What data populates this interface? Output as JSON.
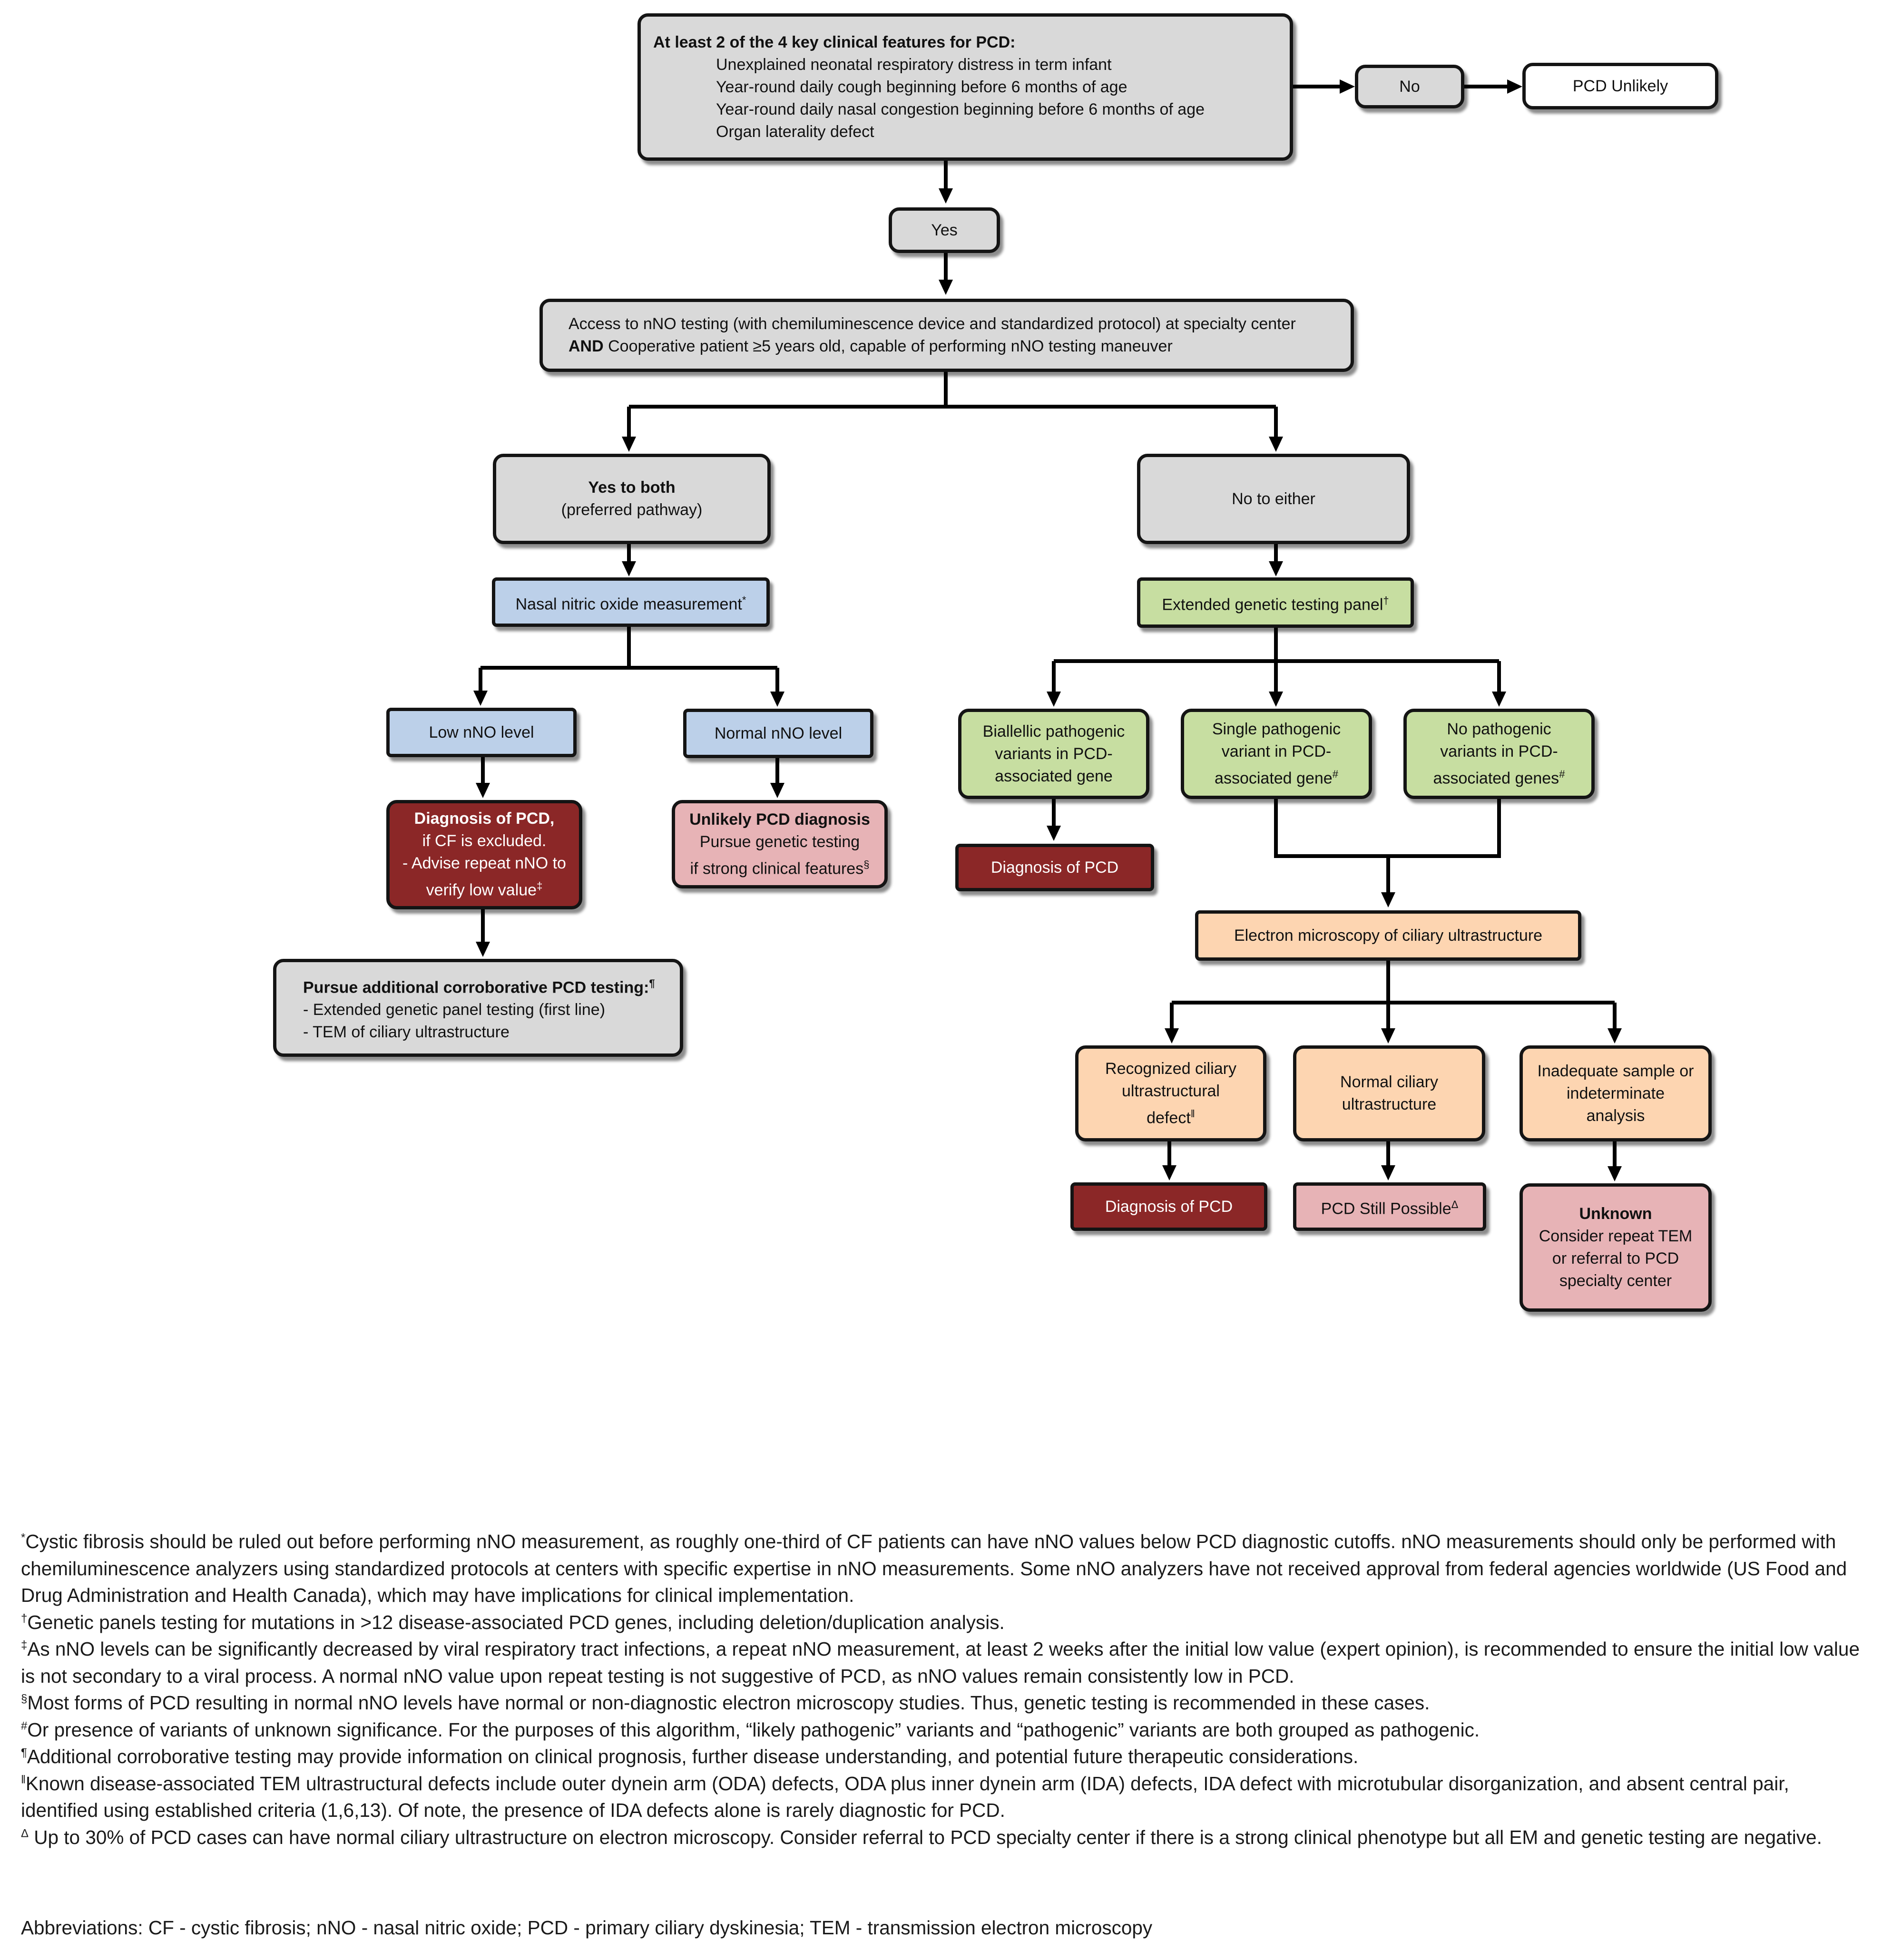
{
  "flowchart": {
    "start": {
      "title": "At least 2 of the 4 key clinical  features for PCD:",
      "items": [
        "Unexplained neonatal respiratory distress in term infant",
        "Year-round daily cough beginning before 6 months of age",
        "Year-round daily nasal congestion beginning before 6 months  of age",
        "Organ laterality defect"
      ]
    },
    "no_label": "No",
    "pcd_unlikely": "PCD Unlikely",
    "yes_label": "Yes",
    "access": {
      "line1": "Access to nNO testing (with chemiluminescence device and standardized protocol) at specialty center",
      "line2_bold": "AND",
      "line2_rest": " Cooperative patient ≥5 years old, capable of performing nNO testing maneuver"
    },
    "yes_both": {
      "title": "Yes to both",
      "subtitle": "(preferred pathway)"
    },
    "no_either": "No to either",
    "nnm": {
      "text": "Nasal nitric oxide measurement",
      "mark": "*"
    },
    "egp": {
      "text": "Extended genetic testing panel",
      "mark": "†"
    },
    "low_nno": "Low nNO level",
    "normal_nno": "Normal nNO level",
    "dx_pcd_cf": {
      "title": "Diagnosis  of PCD,",
      "l1": "if CF is excluded.",
      "l2": "- Advise repeat nNO to",
      "l3": "verify low value",
      "mark": "‡"
    },
    "unlikely": {
      "title": "Unlikely PCD diagnosis",
      "l1": "Pursue genetic testing",
      "l2": "if strong clinical features",
      "mark": "§"
    },
    "pursue": {
      "title": "Pursue additional  corroborative PCD testing:",
      "mark": "¶",
      "l1": "- Extended  genetic panel testing (first line)",
      "l2": "- TEM of ciliary ultrastructure"
    },
    "biallelic": {
      "l1": "Biallellic pathogenic",
      "l2": "variants in PCD-",
      "l3": "associated gene"
    },
    "single": {
      "l1": "Single pathogenic",
      "l2": "variant in PCD-",
      "l3": "associated gene",
      "mark": "#"
    },
    "none": {
      "l1": "No pathogenic",
      "l2": "variants in PCD-",
      "l3": "associated genes",
      "mark": "#"
    },
    "dx_pcd_gen": "Diagnosis  of PCD",
    "em": "Electron microscopy  of ciliary  ultrastructure",
    "recognized": {
      "l1": "Recognized ciliary",
      "l2": "ultrastructural",
      "l3": "defect",
      "mark": "‖"
    },
    "normal_ultra": {
      "l1": "Normal ciliary",
      "l2": "ultrastructure"
    },
    "inadequate": {
      "l1": "Inadequate sample or",
      "l2": "indeterminate",
      "l3": "analysis"
    },
    "dx_pcd_em": "Diagnosis  of PCD",
    "still_possible": {
      "text": "PCD Still Possible",
      "mark": "Δ"
    },
    "unknown": {
      "title": "Unknown",
      "l1": "Consider repeat TEM",
      "l2": "or referral to PCD",
      "l3": "specialty center"
    }
  },
  "footnotes": [
    {
      "mark": "*",
      "text": "Cystic fibrosis should be ruled out before performing  nNO measurement,  as roughly one-third of CF patients can have nNO values below PCD diagnostic cutoffs. nNO measurements should only be performed  with  chemiluminescence analyzers using standardized protocols  at centers with specific expertise in nNO measurements. Some nNO analyzers have not received approval from federal agencies worldwide  (US Food and Drug Administration and Health Canada), which may have implications for clinical implementation."
    },
    {
      "mark": "†",
      "text": "Genetic panels testing for mutations  in >12 disease-associated PCD genes, including deletion/duplication analysis."
    },
    {
      "mark": "‡",
      "text": "As nNO levels can be significantly decreased by viral respiratory tract infections, a repeat nNO measurement,  at least 2 weeks after the initial low value (expert opinion),  is recommended  to ensure the initial low value is not secondary to a viral process. A normal  nNO value upon  repeat testing is not suggestive of PCD, as nNO values remain consistently low in PCD."
    },
    {
      "mark": "§",
      "text": "Most forms of PCD resulting in normal  nNO levels have normal or non-diagnostic electron microscopy  studies. Thus, genetic testing is recommended  in these cases."
    },
    {
      "mark": "#",
      "text": "Or presence of variants of unknown  significance. For the purposes of this algorithm,  “likely pathogenic” variants and “pathogenic” variants are both  grouped as pathogenic."
    },
    {
      "mark": "¶",
      "text": "Additional  corroborative testing may provide information on clinical prognosis, further disease understanding, and potential future therapeutic considerations."
    },
    {
      "mark": "‖",
      "text": "Known  disease-associated TEM ultrastructural defects include outer  dynein arm  (ODA) defects, ODA plus inner dynein arm  (IDA) defects, IDA defect with microtubular  disorganization, and absent central pair, identified using established criteria (1,6,13).  Of note, the  presence of IDA defects alone is rarely diagnostic for PCD."
    },
    {
      "mark": "Δ",
      "text": " Up to 30% of PCD cases can have normal ciliary ultrastructure on electron microscopy.  Consider referral to PCD specialty center if there is a strong clinical phenotype  but all EM and genetic testing are negative."
    }
  ],
  "abbreviations": "Abbreviations:  CF - cystic fibrosis; nNO - nasal nitric oxide; PCD - primary ciliary dyskinesia; TEM - transmission electron microscopy"
}
